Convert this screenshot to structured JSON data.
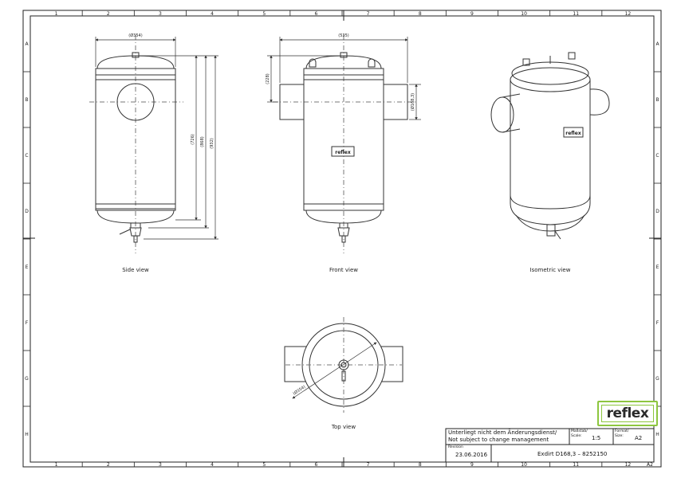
{
  "sheet": {
    "col_labels": [
      "1",
      "2",
      "3",
      "4",
      "5",
      "6",
      "7",
      "8",
      "9",
      "10",
      "11",
      "12"
    ],
    "row_labels": [
      "A",
      "B",
      "C",
      "D",
      "E",
      "F",
      "G",
      "H"
    ]
  },
  "views": {
    "side": "Side view",
    "front": "Front view",
    "isometric": "Isometric view",
    "top": "Top view"
  },
  "dimensions": {
    "side_width": "(Ø354)",
    "side_h1": "(726)",
    "side_h2": "(868)",
    "side_h3": "(932)",
    "front_width": "(535)",
    "front_top": "(228)",
    "front_pipe": "(Ø168,3)",
    "top_dia": "(Ø354)"
  },
  "nameplate": "reflex",
  "title_block": {
    "note_de": "Unterliegt nicht dem Änderungsdienst/",
    "note_en": "Not subject to change management",
    "scale_label": "Maßstab/ Scale:",
    "scale_value": "1:5",
    "format_label": "Format/ Size:",
    "format_value": "A2",
    "revision_label": "Revision",
    "revision_date": "23.06.2016",
    "drawing_title": "Exdirt D168,3 – 8252150",
    "corner": "A2"
  },
  "logo": "reflex"
}
